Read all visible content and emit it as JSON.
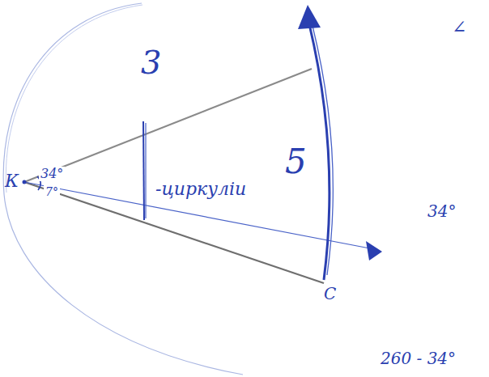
{
  "diagram": {
    "labels": [
      "К",
      "34°",
      "7°",
      "3",
      "-циркуліи",
      "5",
      "∠",
      "34°",
      "С",
      "260 - 34°"
    ]
  }
}
